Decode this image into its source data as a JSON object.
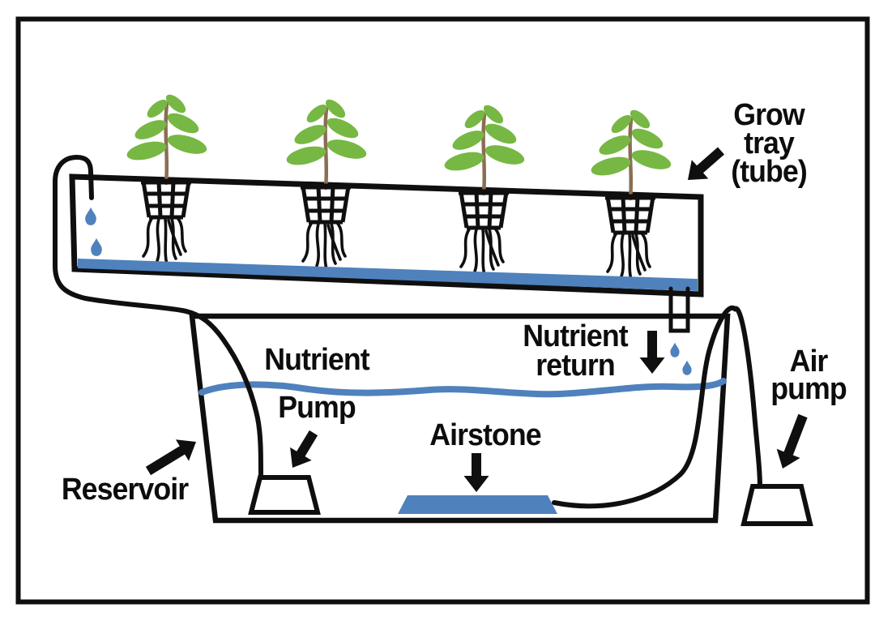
{
  "diagram": {
    "type": "hydroponic-nft-system",
    "labels": {
      "grow_tray": {
        "line1": "Grow",
        "line2": "tray",
        "line3": "(tube)"
      },
      "nutrient_return": {
        "line1": "Nutrient",
        "line2": "return"
      },
      "nutrient_pump": {
        "line1": "Nutrient",
        "line2": "Pump"
      },
      "airstone": {
        "text": "Airstone"
      },
      "reservoir": {
        "text": "Reservoir"
      },
      "air_pump": {
        "line1": "Air",
        "line2": "pump"
      }
    },
    "counts": {
      "plants": 4,
      "inlet_droplets": 2,
      "return_droplets": 2
    },
    "colors": {
      "water_blue": "#4f81bd",
      "leaf_green": "#76b843",
      "stem_brown": "#8a6e53",
      "ink_black": "#0f0f0f",
      "background": "#ffffff"
    }
  }
}
